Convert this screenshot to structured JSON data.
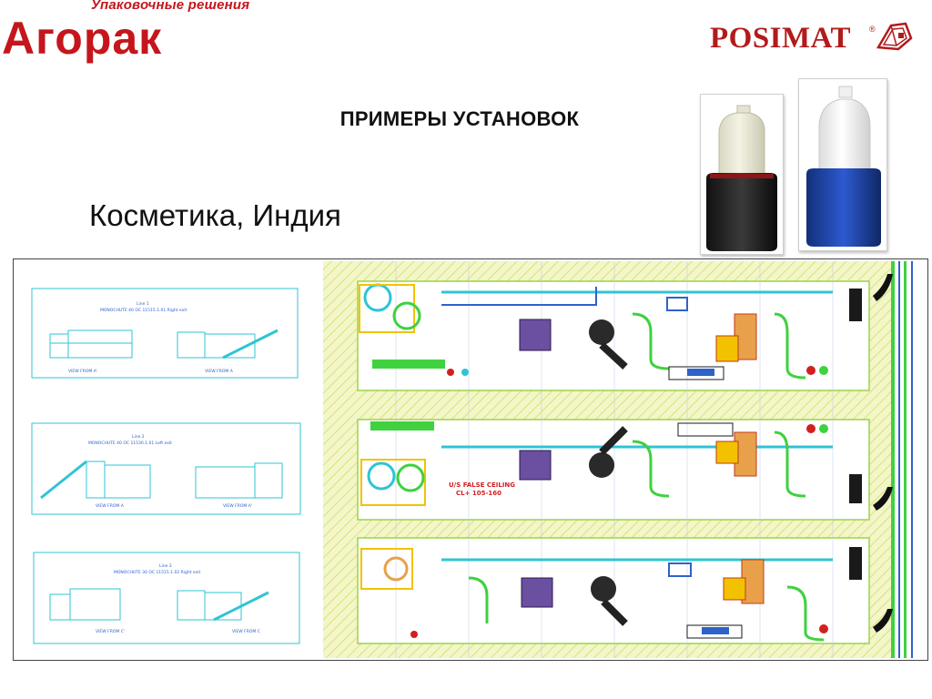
{
  "header": {
    "agropak_tagline": "Упаковочные решения",
    "agropak_name": "Агорак",
    "posimat_name": "POSIMAT",
    "posimat_reg": "®"
  },
  "slide": {
    "title": "ПРИМЕРЫ УСТАНОВОК",
    "subtitle": "Косметика, Индия"
  },
  "drawing": {
    "elevations": [
      {
        "line": "Line 1",
        "model": "MONOCHUTE 40 OC 11515.1.01 Right exit",
        "left_view": "VIEW FROM A'",
        "right_view": "VIEW FROM A"
      },
      {
        "line": "Line 2",
        "model": "MONOCHUTE 40 OC 11530.1.01 Left exit",
        "left_view": "VIEW FROM A",
        "right_view": "VIEW FROM A'"
      },
      {
        "line": "Line 3",
        "model": "MONOCHUTE 30 OC 11515.1.02 Right exit",
        "left_view": "VIEW FROM C'",
        "right_view": "VIEW FROM C"
      }
    ],
    "plan_note_1": "U/S FALSE CEILING",
    "plan_note_2": "CL+ 105-160"
  },
  "colors": {
    "brand_red": "#c4161c",
    "posimat_red": "#b31b1b",
    "drawing_cyan": "#2ec4d6",
    "drawing_green": "#3fd13f",
    "hatch_yellow": "#e3ec9a"
  }
}
